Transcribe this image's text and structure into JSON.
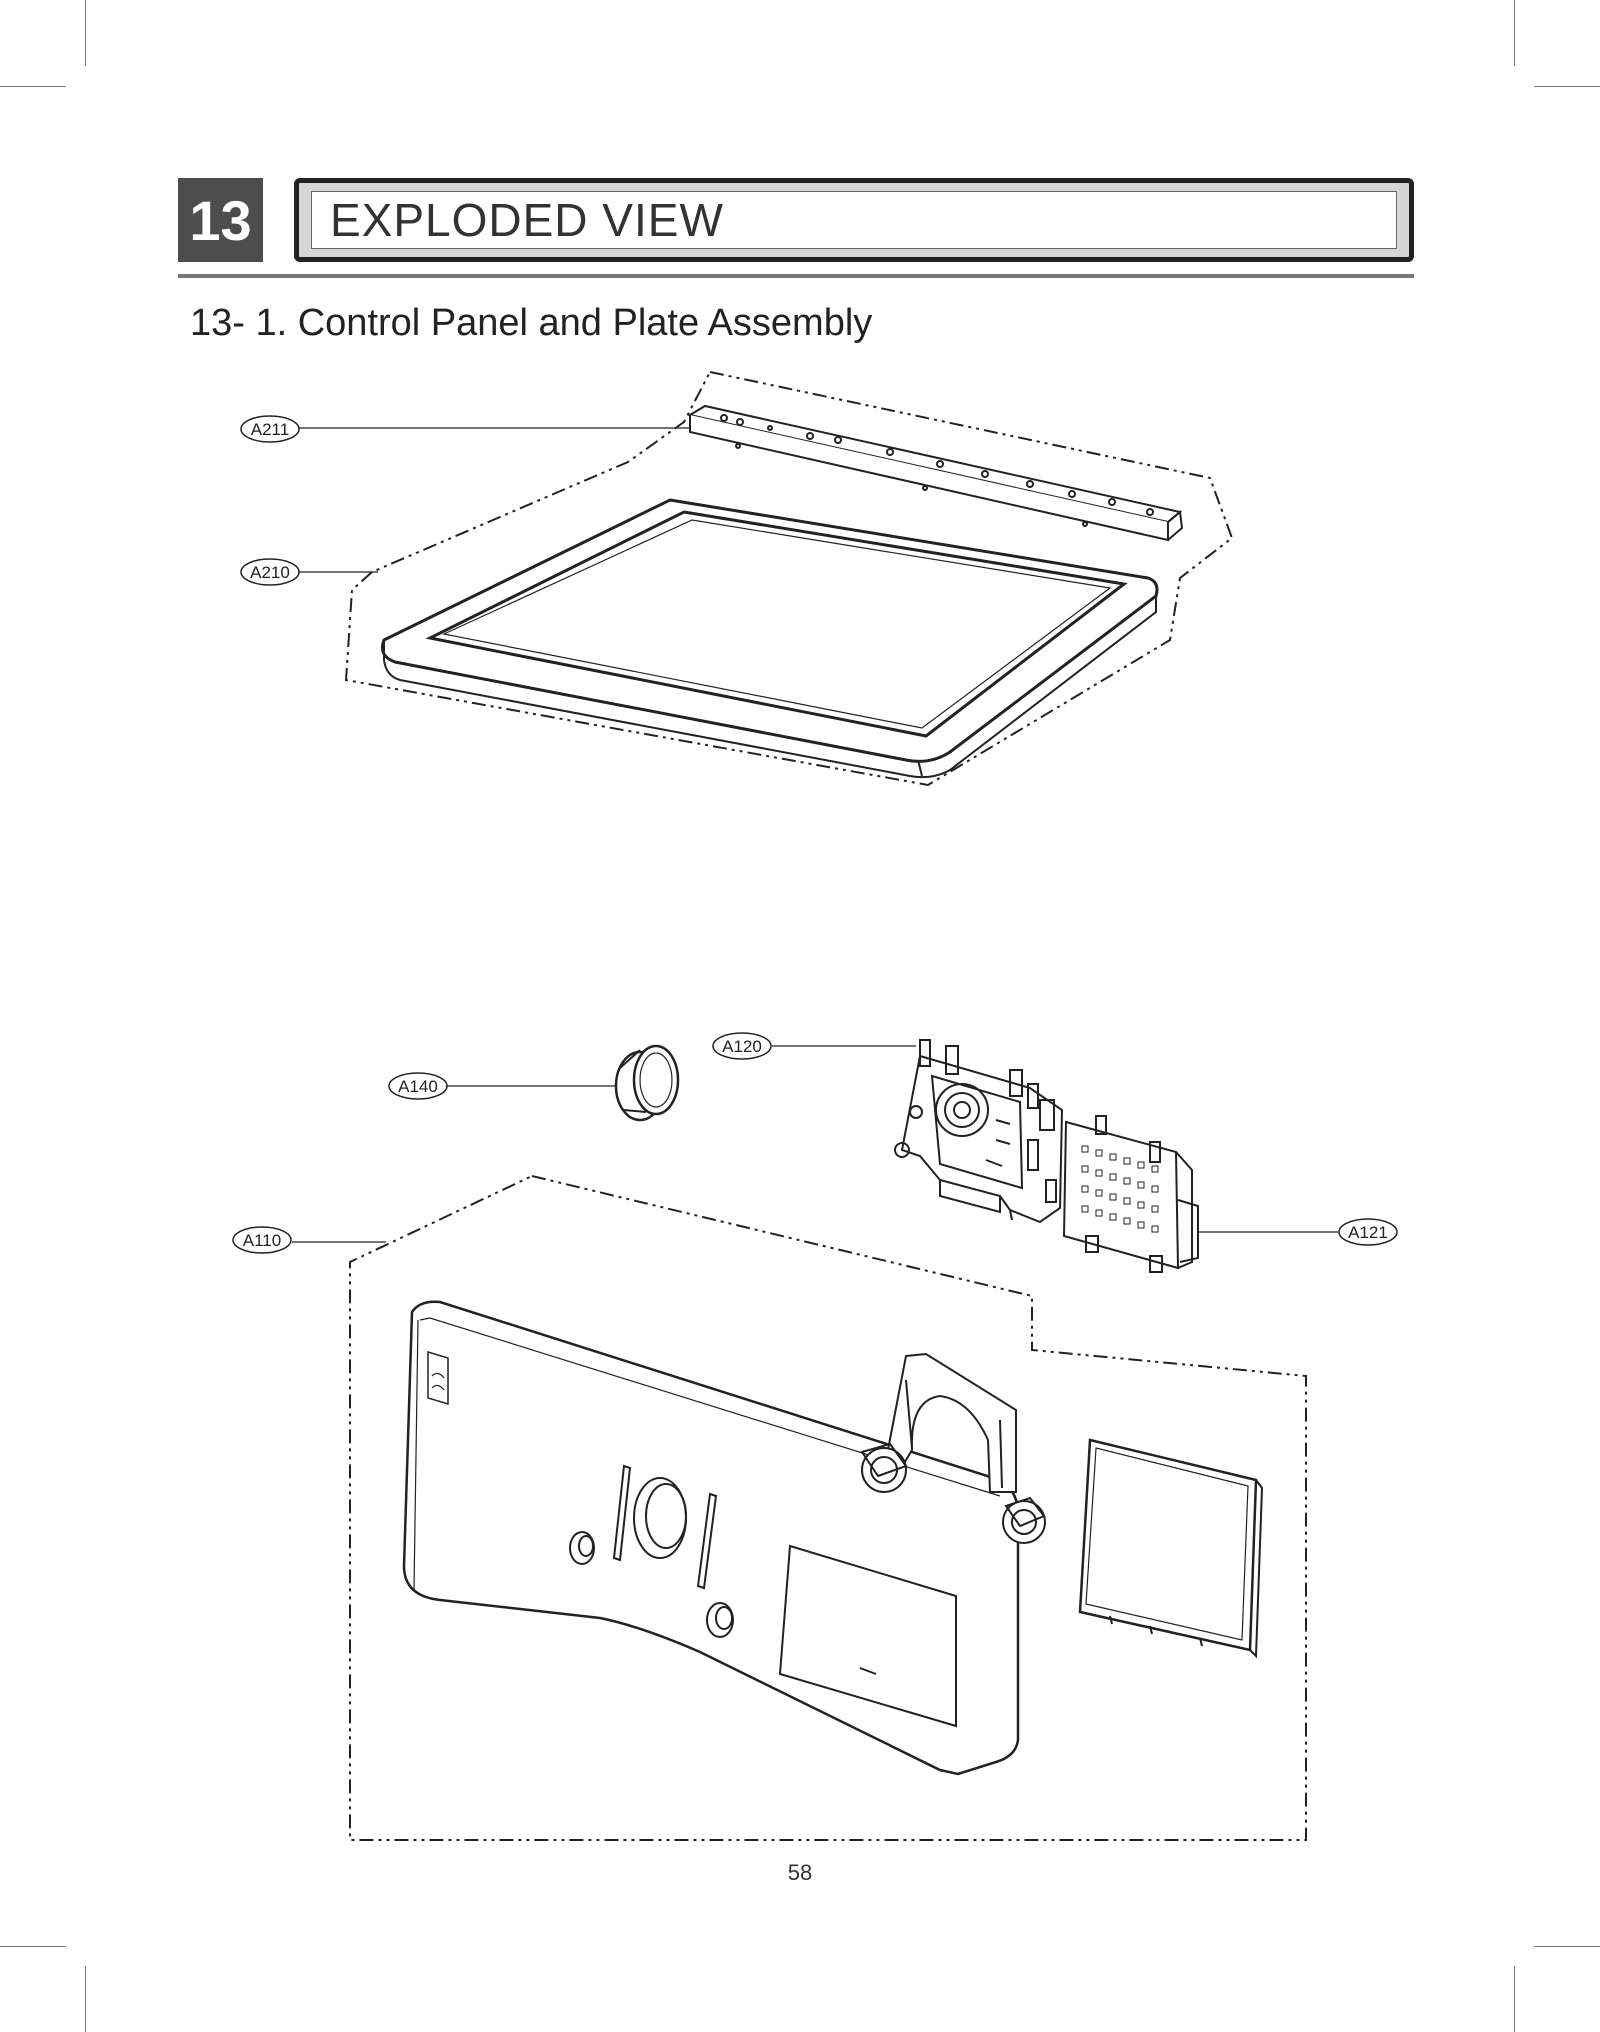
{
  "header": {
    "chapter_number": "13",
    "chapter_title": "EXPLODED VIEW"
  },
  "section": {
    "title": "13- 1. Control Panel and Plate Assembly"
  },
  "callouts": {
    "a211": "A211",
    "a210": "A210",
    "a140": "A140",
    "a120": "A120",
    "a110": "A110",
    "a121": "A121"
  },
  "footer": {
    "page_number": "58"
  }
}
